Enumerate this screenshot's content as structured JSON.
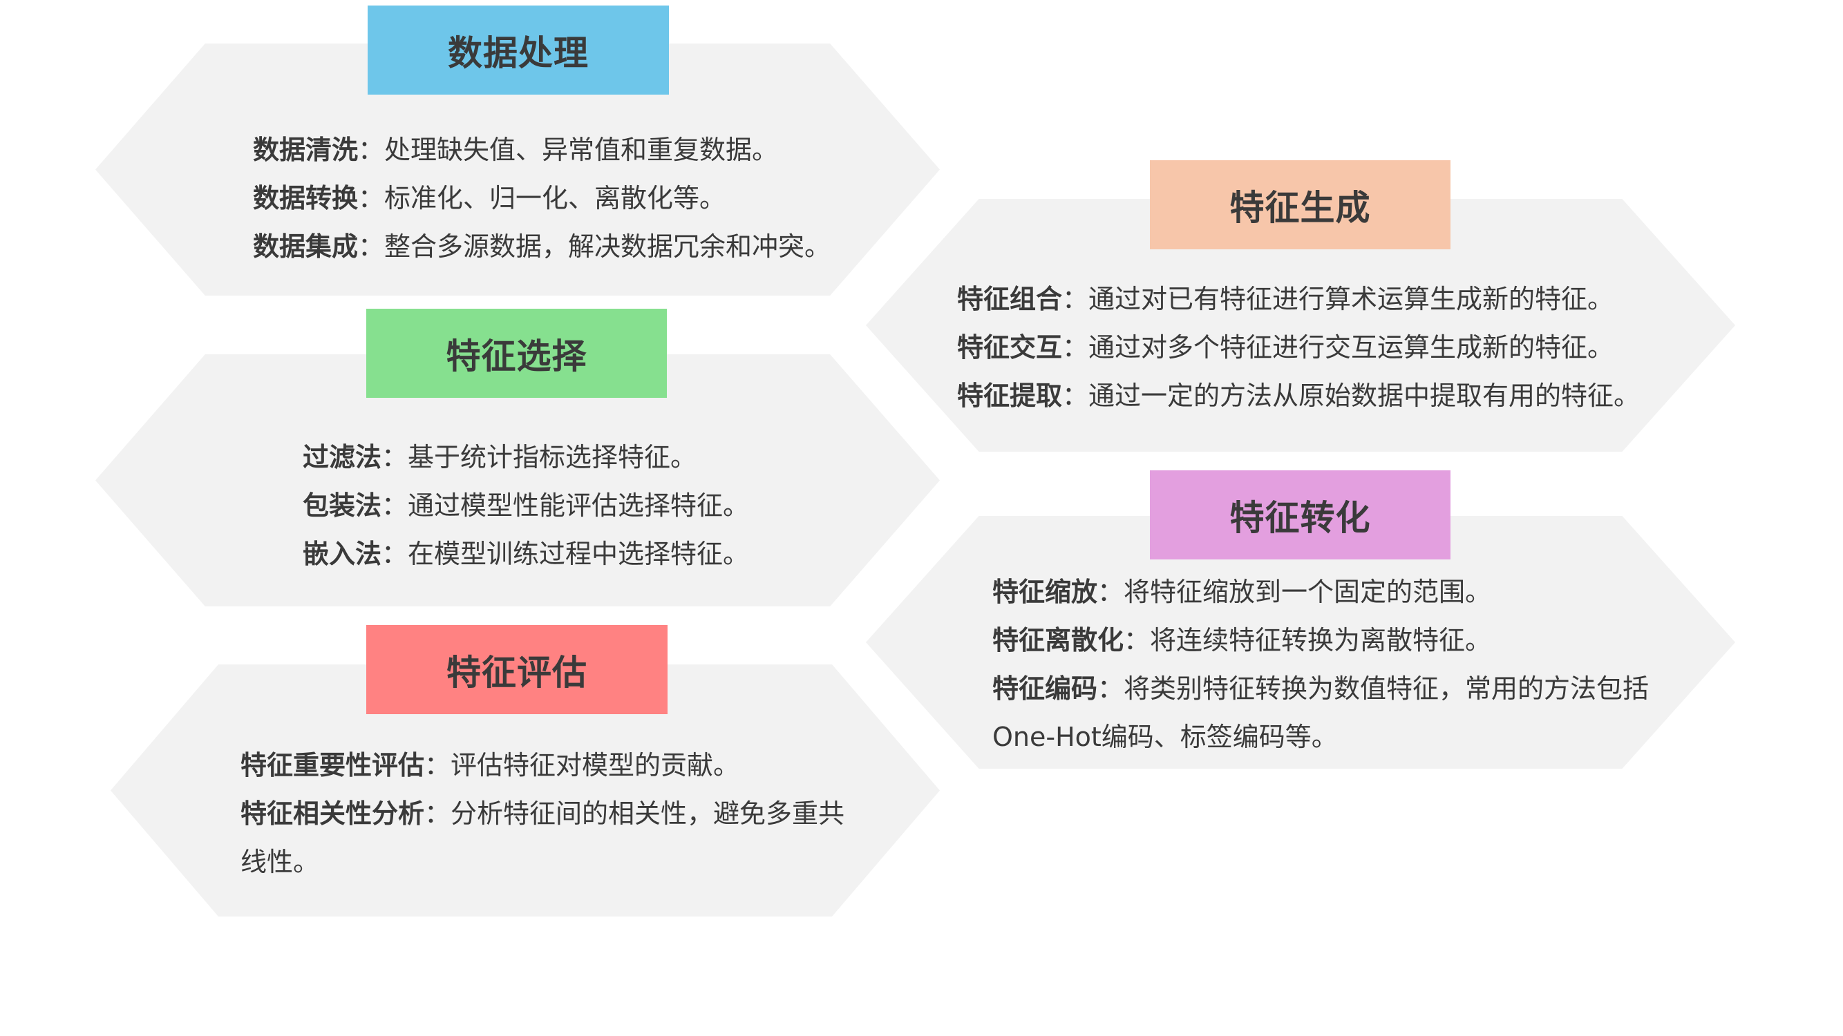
{
  "colors": {
    "hex_bg": "#f2f2f2",
    "data_processing": "#6ec6ea",
    "feature_selection": "#86e08f",
    "feature_evaluation": "#ff8282",
    "feature_generation": "#f7c6aa",
    "feature_transformation": "#e39fdf",
    "text": "#3a3a3a"
  },
  "sections": {
    "data_processing": {
      "title": "数据处理",
      "items": [
        {
          "term": "数据清洗",
          "desc": "处理缺失值、异常值和重复数据。"
        },
        {
          "term": "数据转换",
          "desc": "标准化、归一化、离散化等。"
        },
        {
          "term": "数据集成",
          "desc": "整合多源数据，解决数据冗余和冲突。"
        }
      ]
    },
    "feature_selection": {
      "title": "特征选择",
      "items": [
        {
          "term": "过滤法",
          "desc": "基于统计指标选择特征。"
        },
        {
          "term": "包装法",
          "desc": "通过模型性能评估选择特征。"
        },
        {
          "term": "嵌入法",
          "desc": "在模型训练过程中选择特征。"
        }
      ]
    },
    "feature_evaluation": {
      "title": "特征评估",
      "items": [
        {
          "term": "特征重要性评估",
          "desc": "评估特征对模型的贡献。"
        },
        {
          "term": "特征相关性分析",
          "desc": "分析特征间的相关性，避免多重共线性。"
        }
      ]
    },
    "feature_generation": {
      "title": "特征生成",
      "items": [
        {
          "term": "特征组合",
          "desc": "通过对已有特征进行算术运算生成新的特征。"
        },
        {
          "term": "特征交互",
          "desc": "通过对多个特征进行交互运算生成新的特征。"
        },
        {
          "term": "特征提取",
          "desc": "通过一定的方法从原始数据中提取有用的特征。"
        }
      ]
    },
    "feature_transformation": {
      "title": "特征转化",
      "items": [
        {
          "term": "特征缩放",
          "desc": "将特征缩放到一个固定的范围。"
        },
        {
          "term": "特征离散化",
          "desc": "将连续特征转换为离散特征。"
        },
        {
          "term": "特征编码",
          "desc": "将类别特征转换为数值特征，常用的方法包括One-Hot编码、标签编码等。"
        }
      ]
    }
  }
}
